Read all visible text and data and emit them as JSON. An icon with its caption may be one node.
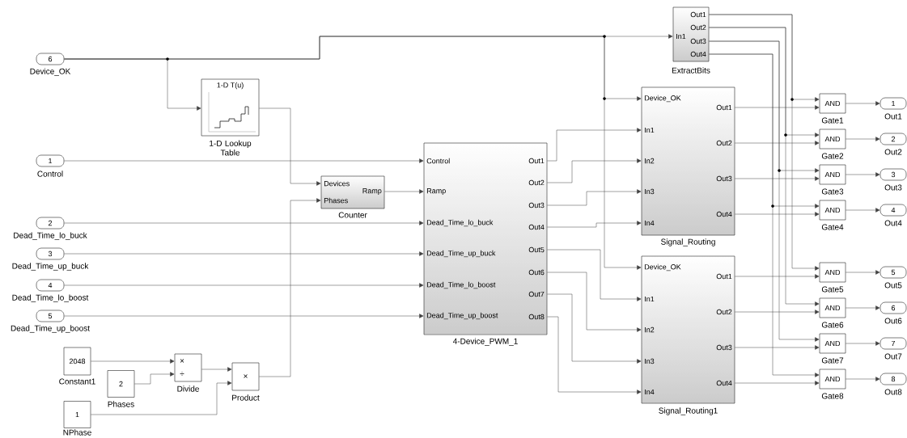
{
  "diagram": {
    "nodes": [
      {
        "text": [
          "6",
          "Device_OK"
        ]
      },
      {
        "text": [
          "1-D T(u)",
          "1-D Lookup Table"
        ]
      },
      {
        "text": [
          "1",
          "Control"
        ]
      },
      {
        "text": [
          "Devices",
          "Phases",
          "Ramp",
          "Counter"
        ]
      },
      {
        "text": [
          "2",
          "Dead_Time_lo_buck"
        ]
      },
      {
        "text": [
          "3",
          "Dead_Time_up_buck"
        ]
      },
      {
        "text": [
          "4",
          "Dead_Time_lo_boost"
        ]
      },
      {
        "text": [
          "5",
          "Dead_Time_up_boost"
        ]
      },
      {
        "text": [
          "2048",
          "Constant1"
        ]
      },
      {
        "text": [
          "2",
          "Phases"
        ]
      },
      {
        "text": [
          "1",
          "NPhase"
        ]
      },
      {
        "text": [
          "×",
          "÷",
          "Divide"
        ]
      },
      {
        "text": [
          "×",
          "Product"
        ]
      },
      {
        "text": [
          "Control",
          "Ramp",
          "Dead_Time_lo_buck",
          "Dead_Time_up_buck",
          "Dead_Time_lo_boost",
          "Dead_Time_up_boost",
          "Out1",
          "Out2",
          "Out3",
          "Out4",
          "Out5",
          "Out6",
          "Out7",
          "Out8",
          "4-Device_PWM_1"
        ]
      },
      {
        "text": [
          "In1",
          "Out1",
          "Out2",
          "Out3",
          "Out4",
          "ExtractBits"
        ]
      },
      {
        "text": [
          "Device_OK",
          "In1",
          "In2",
          "In3",
          "In4",
          "Out1",
          "Out2",
          "Out3",
          "Out4",
          "Signal_Routing"
        ]
      },
      {
        "text": [
          "Device_OK",
          "In1",
          "In2",
          "In3",
          "In4",
          "Out1",
          "Out2",
          "Out3",
          "Out4",
          "Signal_Routing1"
        ]
      },
      {
        "text": [
          "AND",
          "Gate1"
        ]
      },
      {
        "text": [
          "AND",
          "Gate2"
        ]
      },
      {
        "text": [
          "AND",
          "Gate3"
        ]
      },
      {
        "text": [
          "AND",
          "Gate4"
        ]
      },
      {
        "text": [
          "AND",
          "Gate5"
        ]
      },
      {
        "text": [
          "AND",
          "Gate6"
        ]
      },
      {
        "text": [
          "AND",
          "Gate7"
        ]
      },
      {
        "text": [
          "AND",
          "Gate8"
        ]
      },
      {
        "text": [
          "1",
          "Out1"
        ]
      },
      {
        "text": [
          "2",
          "Out2"
        ]
      },
      {
        "text": [
          "3",
          "Out3"
        ]
      },
      {
        "text": [
          "4",
          "Out4"
        ]
      },
      {
        "text": [
          "5",
          "Out5"
        ]
      },
      {
        "text": [
          "6",
          "Out6"
        ]
      },
      {
        "text": [
          "7",
          "Out7"
        ]
      },
      {
        "text": [
          "8",
          "Out8"
        ]
      }
    ],
    "edges": [
      {
        "from": 0,
        "to": 1,
        "arrow": "to"
      },
      {
        "from": 0,
        "to": 14,
        "arrow": "to"
      },
      {
        "from": 0,
        "to": 15,
        "arrow": "to"
      },
      {
        "from": 0,
        "to": 16,
        "arrow": "to"
      },
      {
        "from": 1,
        "to": 3,
        "arrow": "to"
      },
      {
        "from": 2,
        "to": 13,
        "arrow": "to"
      },
      {
        "from": 3,
        "to": 13,
        "arrow": "to"
      },
      {
        "from": 4,
        "to": 13,
        "arrow": "to"
      },
      {
        "from": 5,
        "to": 13,
        "arrow": "to"
      },
      {
        "from": 6,
        "to": 13,
        "arrow": "to"
      },
      {
        "from": 7,
        "to": 13,
        "arrow": "to"
      },
      {
        "from": 8,
        "to": 11,
        "arrow": "to"
      },
      {
        "from": 9,
        "to": 11,
        "arrow": "to"
      },
      {
        "from": 11,
        "to": 12,
        "arrow": "to"
      },
      {
        "from": 10,
        "to": 12,
        "arrow": "to"
      },
      {
        "from": 12,
        "to": 3,
        "arrow": "to"
      },
      {
        "from": 13,
        "to": 15,
        "arrow": "to"
      },
      {
        "from": 13,
        "to": 15,
        "arrow": "to"
      },
      {
        "from": 13,
        "to": 15,
        "arrow": "to"
      },
      {
        "from": 13,
        "to": 15,
        "arrow": "to"
      },
      {
        "from": 13,
        "to": 16,
        "arrow": "to"
      },
      {
        "from": 13,
        "to": 16,
        "arrow": "to"
      },
      {
        "from": 13,
        "to": 16,
        "arrow": "to"
      },
      {
        "from": 13,
        "to": 16,
        "arrow": "to"
      },
      {
        "from": 14,
        "to": 17,
        "arrow": "to"
      },
      {
        "from": 14,
        "to": 18,
        "arrow": "to"
      },
      {
        "from": 14,
        "to": 19,
        "arrow": "to"
      },
      {
        "from": 14,
        "to": 20,
        "arrow": "to"
      },
      {
        "from": 14,
        "to": 21,
        "arrow": "to"
      },
      {
        "from": 14,
        "to": 22,
        "arrow": "to"
      },
      {
        "from": 14,
        "to": 23,
        "arrow": "to"
      },
      {
        "from": 14,
        "to": 24,
        "arrow": "to"
      },
      {
        "from": 15,
        "to": 17,
        "arrow": "to"
      },
      {
        "from": 15,
        "to": 18,
        "arrow": "to"
      },
      {
        "from": 15,
        "to": 19,
        "arrow": "to"
      },
      {
        "from": 15,
        "to": 20,
        "arrow": "to"
      },
      {
        "from": 16,
        "to": 21,
        "arrow": "to"
      },
      {
        "from": 16,
        "to": 22,
        "arrow": "to"
      },
      {
        "from": 16,
        "to": 23,
        "arrow": "to"
      },
      {
        "from": 16,
        "to": 24,
        "arrow": "to"
      },
      {
        "from": 17,
        "to": 25,
        "arrow": "to"
      },
      {
        "from": 18,
        "to": 26,
        "arrow": "to"
      },
      {
        "from": 19,
        "to": 27,
        "arrow": "to"
      },
      {
        "from": 20,
        "to": 28,
        "arrow": "to"
      },
      {
        "from": 21,
        "to": 29,
        "arrow": "to"
      },
      {
        "from": 22,
        "to": 30,
        "arrow": "to"
      },
      {
        "from": 23,
        "to": 31,
        "arrow": "to"
      },
      {
        "from": 24,
        "to": 32,
        "arrow": "to"
      }
    ]
  }
}
